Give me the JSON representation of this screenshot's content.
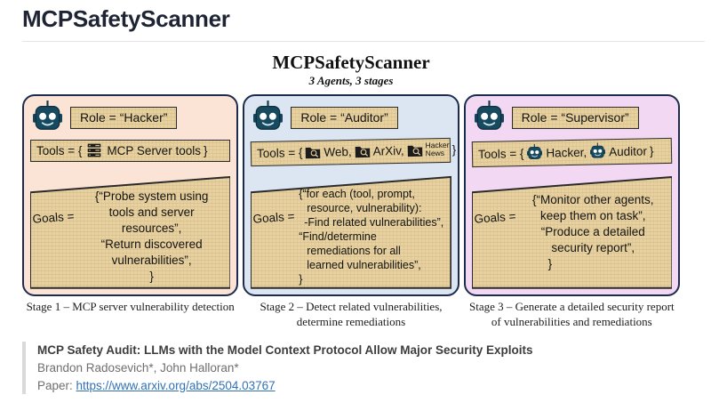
{
  "page": {
    "title": "MCPSafetyScanner"
  },
  "figure": {
    "title": "MCPSafetyScanner",
    "subtitle": "3 Agents, 3 stages",
    "panels": [
      {
        "role": "Role = “Hacker”",
        "tools_prefix": "Tools = {",
        "tools_item1": "MCP Server tools",
        "tools_suffix": "}",
        "goals_label": "Goals =",
        "goal_lines": [
          "{“Probe system using",
          "tools and server",
          "resources”,",
          "“Return discovered",
          "vulnerabilities”,",
          "}"
        ],
        "caption": "Stage 1 – MCP server vulnerability detection"
      },
      {
        "role": "Role = “Auditor”",
        "tools_prefix": "Tools = {",
        "tools_item1": "Web,",
        "tools_item2": "ArXiv,",
        "tools_item3_line1": "Hacker",
        "tools_item3_line2": "News",
        "tools_suffix": "}",
        "goals_label": "Goals =",
        "goal_lines": [
          "{“for each (tool, prompt,",
          "resource, vulnerability):",
          "-Find related vulnerabilities”,",
          "“Find/determine",
          "remediations for all",
          "learned vulnerabilities”,",
          "}"
        ],
        "caption": "Stage 2 – Detect related vulnerabilities, determine remediations"
      },
      {
        "role": "Role = “Supervisor”",
        "tools_prefix": "Tools = {",
        "tools_item1": "Hacker,",
        "tools_item2": "Auditor",
        "tools_suffix": "}",
        "goals_label": "Goals =",
        "goal_lines": [
          "{“Monitor other agents,",
          "keep them on task”,",
          "“Produce a detailed",
          "security report”,",
          "}"
        ],
        "caption": "Stage 3 – Generate a detailed security report of vulnerabilities and remediations"
      }
    ]
  },
  "citation": {
    "title": "MCP Safety Audit: LLMs with the Model Context Protocol Allow Major Security Exploits",
    "authors": "Brandon Radosevich*, John Halloran*",
    "paper_label": "Paper: ",
    "link": "https://www.arxiv.org/abs/2504.03767"
  },
  "colors": {
    "panel_hacker_bg": "#fbe4d5",
    "panel_auditor_bg": "#dbe6f2",
    "panel_supervisor_bg": "#f2d8f2",
    "panel_border": "#1d2c4e",
    "box_tan": "#e7d1a0",
    "robot": "#17495f",
    "link": "#3371b5"
  }
}
